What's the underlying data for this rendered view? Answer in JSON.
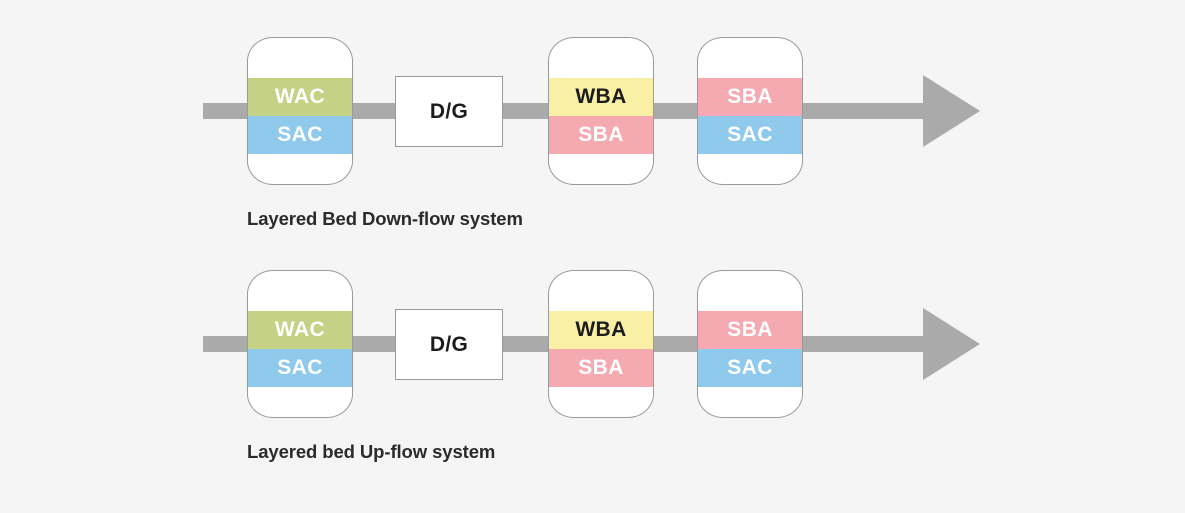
{
  "colors": {
    "background": "#f5f5f5",
    "arrow": "#aaaaaa",
    "vessel_outline": "#9a9a9a",
    "vessel_fill": "#ffffff",
    "wac_green": "#c5d184",
    "sac_blue": "#8fc9ec",
    "wba_yellow": "#faf0a5",
    "sba_pink": "#f4aab0",
    "label_light": "#ffffff",
    "label_dark": "#1c1c1c",
    "caption_text": "#2b2b2b"
  },
  "rows": [
    {
      "id": "downflow",
      "caption": "Layered Bed Down-flow system",
      "arrow_label": "flow-arrow-right",
      "dg_label": "D/G",
      "vessels": [
        {
          "name": "vessel-wac-sac",
          "bands": [
            {
              "label": "WAC",
              "fill": "#c5d184",
              "text_color": "#ffffff"
            },
            {
              "label": "SAC",
              "fill": "#8fc9ec",
              "text_color": "#ffffff"
            }
          ]
        },
        {
          "name": "vessel-wba-sba",
          "bands": [
            {
              "label": "WBA",
              "fill": "#faf0a5",
              "text_color": "#1c1c1c"
            },
            {
              "label": "SBA",
              "fill": "#f4aab0",
              "text_color": "#ffffff"
            }
          ]
        },
        {
          "name": "vessel-sba-sac",
          "bands": [
            {
              "label": "SBA",
              "fill": "#f4aab0",
              "text_color": "#ffffff"
            },
            {
              "label": "SAC",
              "fill": "#8fc9ec",
              "text_color": "#ffffff"
            }
          ]
        }
      ]
    },
    {
      "id": "upflow",
      "caption": "Layered bed Up-flow system",
      "arrow_label": "flow-arrow-right",
      "dg_label": "D/G",
      "vessels": [
        {
          "name": "vessel-wac-sac",
          "bands": [
            {
              "label": "WAC",
              "fill": "#c5d184",
              "text_color": "#ffffff"
            },
            {
              "label": "SAC",
              "fill": "#8fc9ec",
              "text_color": "#ffffff"
            }
          ]
        },
        {
          "name": "vessel-wba-sba",
          "bands": [
            {
              "label": "WBA",
              "fill": "#faf0a5",
              "text_color": "#1c1c1c"
            },
            {
              "label": "SBA",
              "fill": "#f4aab0",
              "text_color": "#ffffff"
            }
          ]
        },
        {
          "name": "vessel-sba-sac",
          "bands": [
            {
              "label": "SBA",
              "fill": "#f4aab0",
              "text_color": "#ffffff"
            },
            {
              "label": "SAC",
              "fill": "#8fc9ec",
              "text_color": "#ffffff"
            }
          ]
        }
      ]
    }
  ]
}
